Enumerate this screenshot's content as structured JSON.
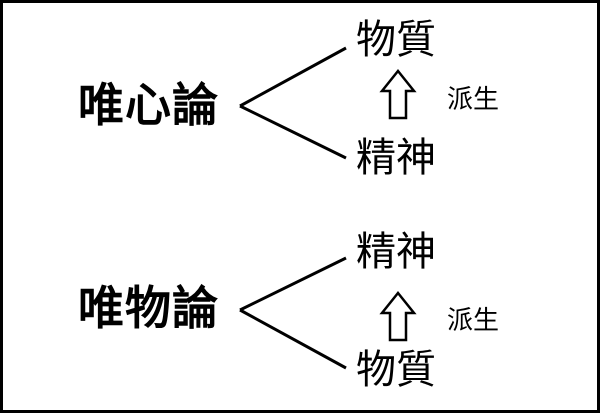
{
  "sections": [
    {
      "root": "唯心論",
      "upper": "物質",
      "lower": "精神",
      "relation": "派生"
    },
    {
      "root": "唯物論",
      "upper": "精神",
      "lower": "物質",
      "relation": "派生"
    }
  ],
  "colors": {
    "line": "#000000",
    "arrow_fill": "#ffffff",
    "arrow_stroke": "#000000",
    "background": "#ffffff"
  }
}
